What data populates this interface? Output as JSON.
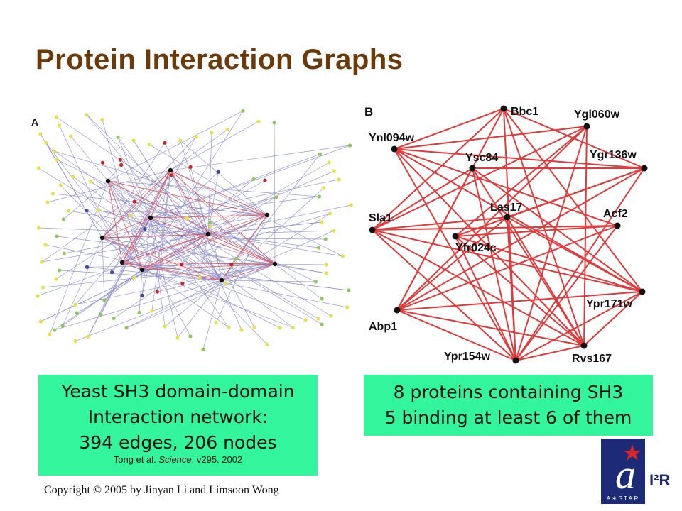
{
  "slide": {
    "title": "Protein Interaction Graphs",
    "copyright": "Copyright © 2005 by Jinyan Li and Limsoon Wong"
  },
  "panel_a": {
    "label": "A",
    "colors": {
      "edge_blue": "#8888cc",
      "edge_red": "#e05050",
      "node_yellow": "#e8e04a",
      "node_green": "#8cc85a",
      "node_red": "#cc2222",
      "node_blue": "#3a4aa0",
      "node_black": "#111111"
    }
  },
  "panel_b": {
    "label": "B",
    "edge_color": "#e03a3a",
    "node_color": "#111111",
    "nodes": [
      {
        "id": "Bbc1",
        "label": "Bbc1"
      },
      {
        "id": "Ygl060w",
        "label": "Ygl060w"
      },
      {
        "id": "Ynl094w",
        "label": "Ynl094w"
      },
      {
        "id": "Ysc84",
        "label": "Ysc84"
      },
      {
        "id": "Ygr136w",
        "label": "Ygr136w"
      },
      {
        "id": "Las17",
        "label": "Las17"
      },
      {
        "id": "Acf2",
        "label": "Acf2"
      },
      {
        "id": "Sla1",
        "label": "Sla1"
      },
      {
        "id": "Yfr024c",
        "label": "Yfr024c"
      },
      {
        "id": "Ypr171w",
        "label": "Ypr171w"
      },
      {
        "id": "Abp1",
        "label": "Abp1"
      },
      {
        "id": "Ypr154w",
        "label": "Ypr154w"
      },
      {
        "id": "Rvs167",
        "label": "Rvs167"
      }
    ],
    "edges": [
      [
        "Bbc1",
        "Ynl094w"
      ],
      [
        "Bbc1",
        "Ygr136w"
      ],
      [
        "Bbc1",
        "Sla1"
      ],
      [
        "Bbc1",
        "Abp1"
      ],
      [
        "Bbc1",
        "Ypr154w"
      ],
      [
        "Bbc1",
        "Rvs167"
      ],
      [
        "Bbc1",
        "Ypr171w"
      ],
      [
        "Ygl060w",
        "Ynl094w"
      ],
      [
        "Ygl060w",
        "Sla1"
      ],
      [
        "Ygl060w",
        "Abp1"
      ],
      [
        "Ygl060w",
        "Ypr154w"
      ],
      [
        "Ygl060w",
        "Rvs167"
      ],
      [
        "Ygl060w",
        "Yfr024c"
      ],
      [
        "Ynl094w",
        "Ygr136w"
      ],
      [
        "Ynl094w",
        "Acf2"
      ],
      [
        "Ynl094w",
        "Ypr171w"
      ],
      [
        "Ynl094w",
        "Ypr154w"
      ],
      [
        "Ynl094w",
        "Rvs167"
      ],
      [
        "Ysc84",
        "Ygr136w"
      ],
      [
        "Ysc84",
        "Sla1"
      ],
      [
        "Ysc84",
        "Abp1"
      ],
      [
        "Ysc84",
        "Ypr154w"
      ],
      [
        "Ysc84",
        "Rvs167"
      ],
      [
        "Ysc84",
        "Ypr171w"
      ],
      [
        "Ygr136w",
        "Las17"
      ],
      [
        "Ygr136w",
        "Yfr024c"
      ],
      [
        "Ygr136w",
        "Abp1"
      ],
      [
        "Ygr136w",
        "Ypr154w"
      ],
      [
        "Las17",
        "Sla1"
      ],
      [
        "Las17",
        "Abp1"
      ],
      [
        "Las17",
        "Ypr154w"
      ],
      [
        "Las17",
        "Rvs167"
      ],
      [
        "Las17",
        "Ypr171w"
      ],
      [
        "Acf2",
        "Sla1"
      ],
      [
        "Acf2",
        "Abp1"
      ],
      [
        "Acf2",
        "Ypr154w"
      ],
      [
        "Acf2",
        "Yfr024c"
      ],
      [
        "Sla1",
        "Ypr171w"
      ],
      [
        "Sla1",
        "Ypr154w"
      ],
      [
        "Sla1",
        "Rvs167"
      ],
      [
        "Yfr024c",
        "Ypr171w"
      ],
      [
        "Yfr024c",
        "Ypr154w"
      ],
      [
        "Yfr024c",
        "Rvs167"
      ],
      [
        "Abp1",
        "Rvs167"
      ],
      [
        "Abp1",
        "Ypr154w"
      ],
      [
        "Abp1",
        "Ypr171w"
      ],
      [
        "Ypr171w",
        "Ypr154w"
      ],
      [
        "Ypr171w",
        "Rvs167"
      ],
      [
        "Ypr154w",
        "Rvs167"
      ]
    ]
  },
  "box_a": {
    "line1": "Yeast SH3 domain-domain",
    "line2": "Interaction network:",
    "line3": "394 edges, 206 nodes",
    "cite_prefix": "Tong et al. ",
    "cite_journal": "Science",
    "cite_suffix": ", v295. 2002",
    "bg_color": "#33f59b"
  },
  "box_b": {
    "line1": "8 proteins containing SH3",
    "line2": "5 binding at least 6 of them"
  },
  "logo": {
    "text_bottom": "A✶STAR",
    "text_side": "I²R",
    "color_blue": "#1d2a78",
    "color_red": "#d7262b"
  }
}
